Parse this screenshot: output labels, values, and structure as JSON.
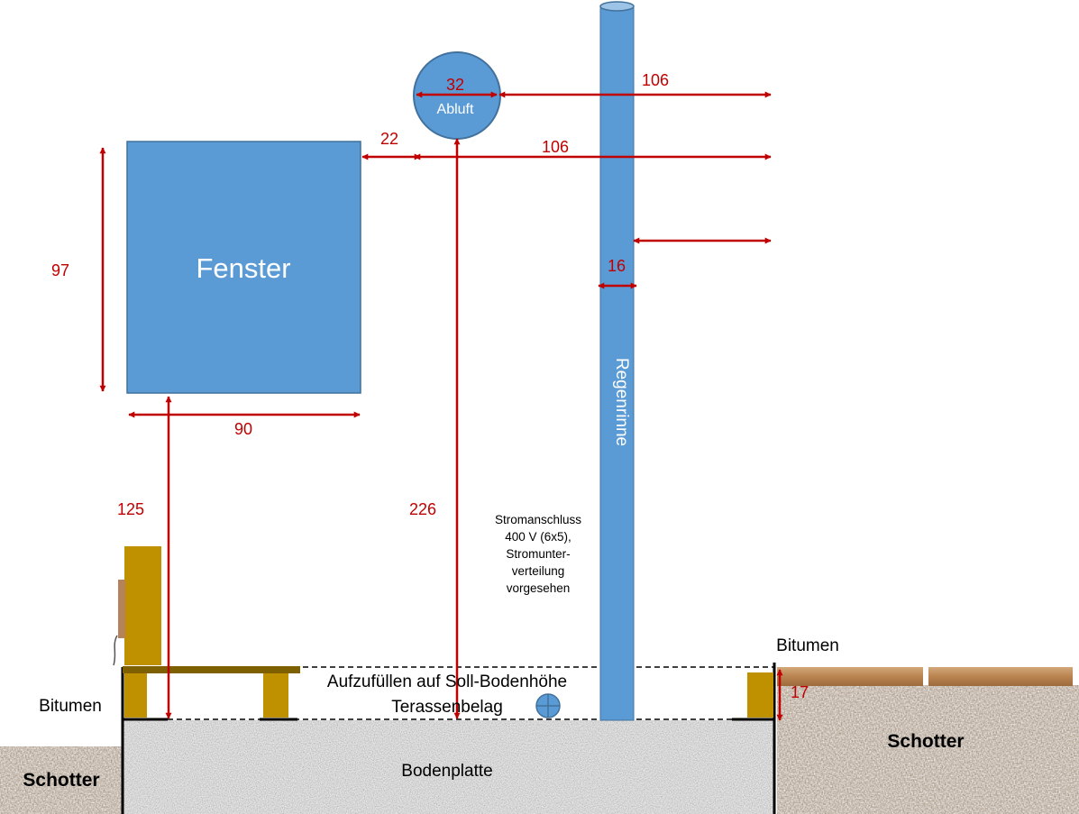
{
  "colors": {
    "blue": "#5b9bd5",
    "blue_stroke": "#41719c",
    "dimension": "#c00000",
    "wood": "#bf9000",
    "concrete": "#b7b7b7",
    "gravel": "#a08a73"
  },
  "labels": {
    "window": "Fenster",
    "exhaust": "Abluft",
    "gutter": "Regenrinne",
    "floor_slab": "Bodenplatte",
    "gravel_left": "Schotter",
    "gravel_right": "Schotter",
    "bitumen_left": "Bitumen",
    "bitumen_right": "Bitumen",
    "fill_note": "Aufzufüllen auf Soll-Bodenhöhe",
    "deck_note": "Terassenbelag",
    "power_note": [
      "Stromanschluss",
      "400 V (6x5),",
      "Stromunter-",
      "verteilung",
      "vorgesehen"
    ]
  },
  "dimensions": {
    "exhaust_diameter": "32",
    "exhaust_to_right": "106",
    "window_to_exhaust": "22",
    "window_to_right": "106",
    "gutter_width": "16",
    "window_height": "97",
    "window_width": "90",
    "window_sill_height": "125",
    "exhaust_height": "226",
    "deck_height": "17"
  }
}
